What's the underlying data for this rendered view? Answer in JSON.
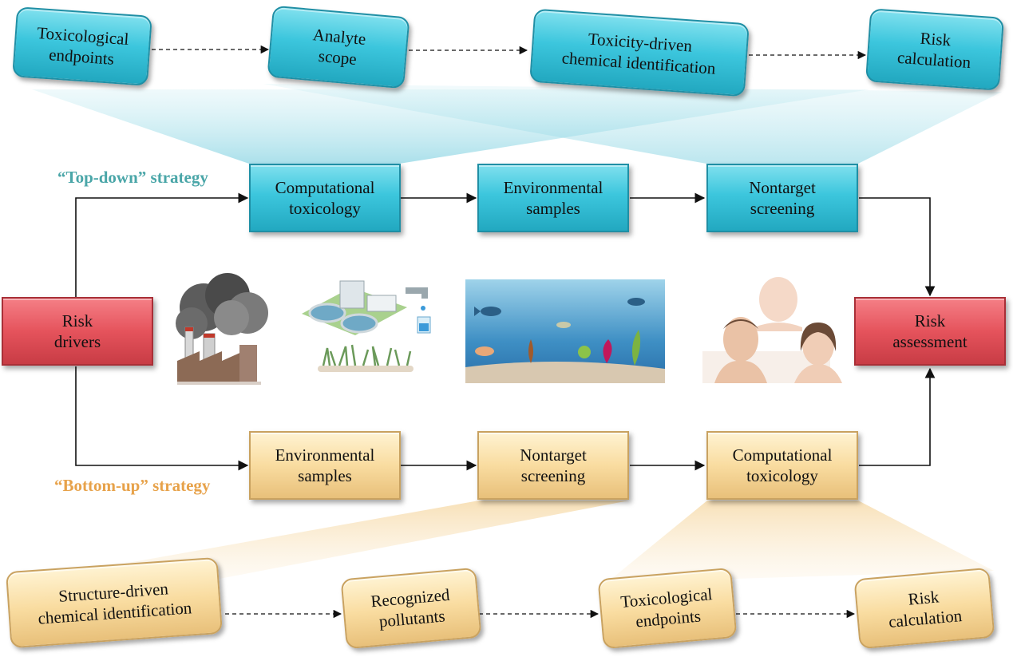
{
  "top_row": {
    "toxicological_endpoints": "Toxicological\nendpoints",
    "analyte_scope": "Analyte\nscope",
    "toxicity_driven": "Toxicity-driven\nchemical identification",
    "risk_calculation": "Risk\ncalculation"
  },
  "top_down": {
    "label": "“Top-down” strategy",
    "computational_toxicology": "Computational\ntoxicology",
    "environmental_samples": "Environmental\nsamples",
    "nontarget_screening": "Nontarget\nscreening"
  },
  "center": {
    "risk_drivers": "Risk\ndrivers",
    "risk_assessment": "Risk\nassessment"
  },
  "bottom_up": {
    "label": "“Bottom-up” strategy",
    "environmental_samples": "Environmental\nsamples",
    "nontarget_screening": "Nontarget\nscreening",
    "computational_toxicology": "Computational\ntoxicology"
  },
  "bottom_row": {
    "structure_driven": "Structure-driven\nchemical identification",
    "recognized_pollutants": "Recognized\npollutants",
    "toxicological_endpoints": "Toxicological\nendpoints",
    "risk_calculation": "Risk\ncalculation"
  },
  "colors": {
    "teal": "#3cc6dd",
    "peach": "#f9dca0",
    "red": "#e5535c",
    "top_down_label": "#4aa6a8",
    "bottom_up_label": "#e7a24a"
  },
  "icons": [
    "factory-smoke-icon",
    "wastewater-plant-icon",
    "water-tap-icon",
    "grass-icon",
    "aquatic-ecosystem-icon",
    "humans-icon"
  ]
}
